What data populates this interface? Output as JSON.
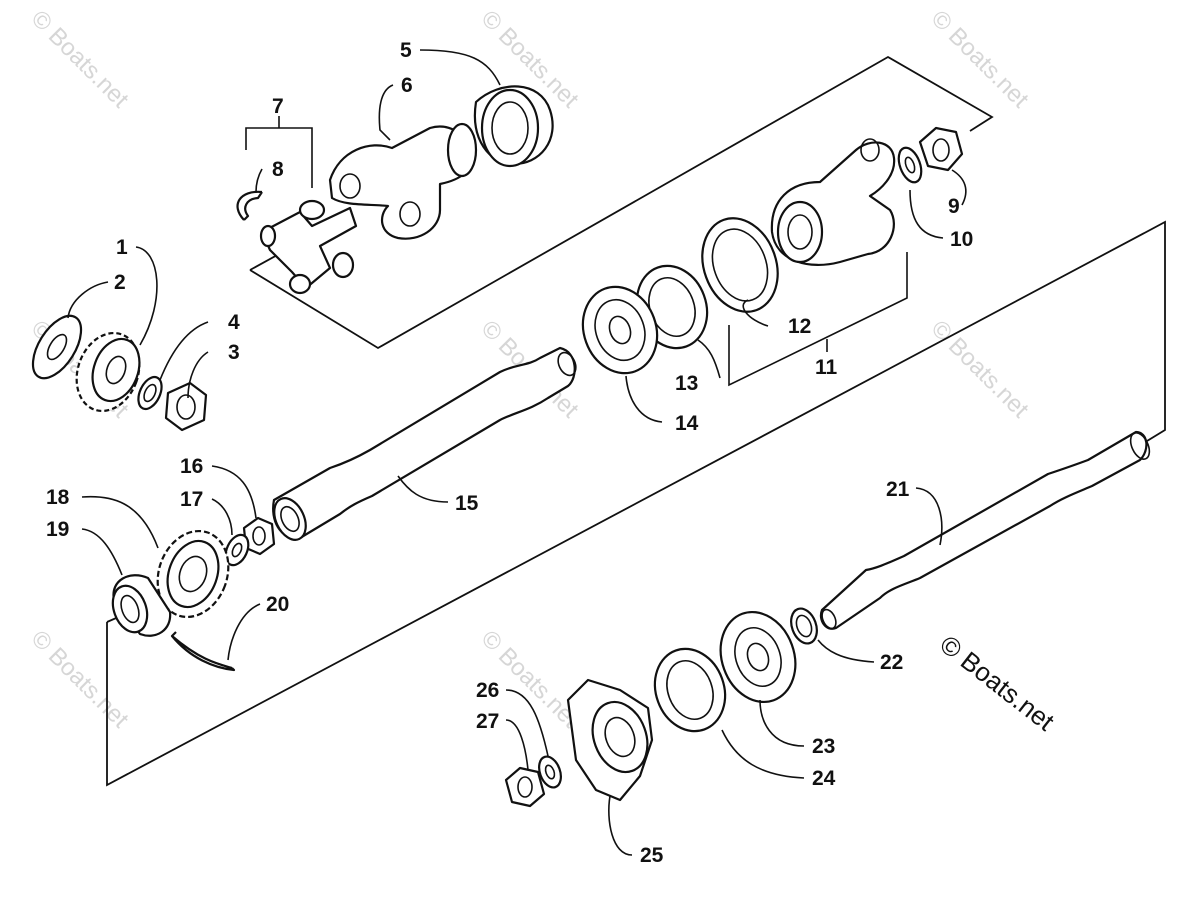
{
  "callouts": [
    "1",
    "2",
    "3",
    "4",
    "5",
    "6",
    "7",
    "8",
    "9",
    "10",
    "11",
    "12",
    "13",
    "14",
    "15",
    "16",
    "17",
    "18",
    "19",
    "20",
    "21",
    "22",
    "23",
    "24",
    "25",
    "26",
    "27"
  ],
  "watermark": {
    "faint": "© Boats.net",
    "main": "© Boats.net"
  },
  "colors": {
    "line": "#111111",
    "background": "#ffffff",
    "watermark_faint": "#d6d6d6"
  }
}
